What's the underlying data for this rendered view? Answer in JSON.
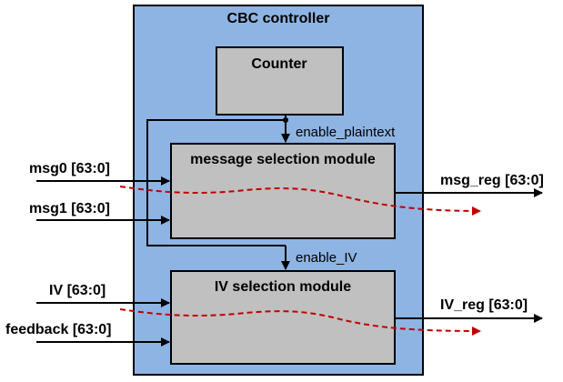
{
  "diagram": {
    "controller": {
      "label": "CBC controller"
    },
    "counter": {
      "label": "Counter"
    },
    "message_module": {
      "label": "message selection module"
    },
    "iv_module": {
      "label": "IV selection module"
    },
    "signals": {
      "enable_plaintext": "enable_plaintext",
      "enable_iv": "enable_IV"
    },
    "inputs": {
      "msg0": "msg0 [63:0]",
      "msg1": "msg1 [63:0]",
      "iv": "IV [63:0]",
      "feedback": "feedback [63:0]"
    },
    "outputs": {
      "msg_reg": "msg_reg [63:0]",
      "iv_reg": "IV_reg [63:0]"
    },
    "colors": {
      "controller_fill": "#8EB4E3",
      "module_fill": "#C0C0C0",
      "wire": "#000000",
      "data_path": "#C00000"
    }
  }
}
